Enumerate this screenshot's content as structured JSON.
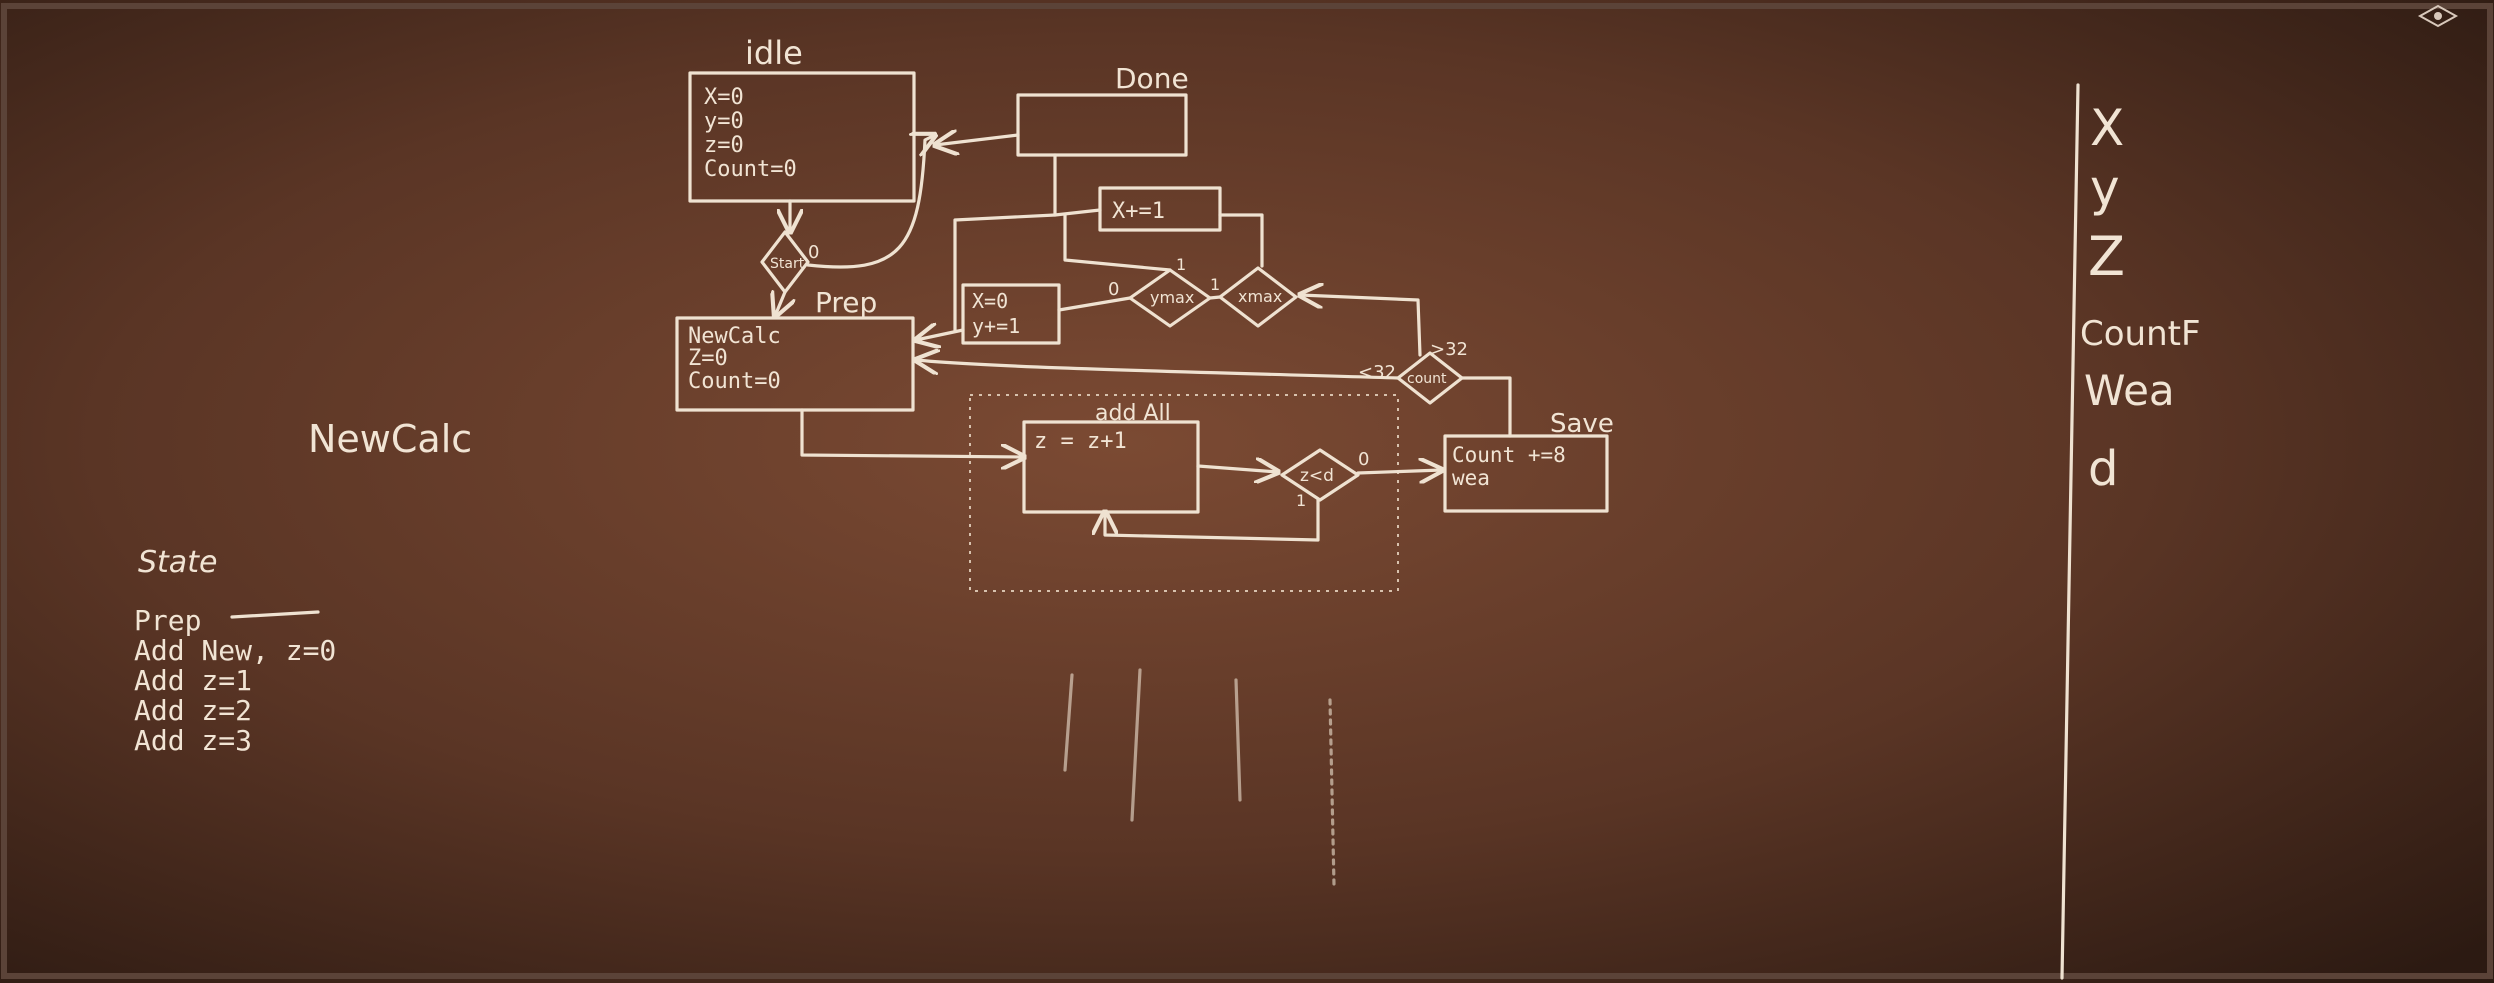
{
  "diagram": {
    "states": {
      "idle": {
        "title": "idle",
        "lines": [
          "X=0",
          "y=0",
          "z=0",
          "Count=0"
        ]
      },
      "done": {
        "title": "Done"
      },
      "prep": {
        "title": "Prep",
        "lines": [
          "NewCalc",
          "Z=0",
          "Count=0"
        ]
      },
      "add": {
        "title": "add All",
        "lines": [
          "z = z+1"
        ]
      },
      "save": {
        "title": "Save",
        "lines": [
          "Count +=8",
          "wea"
        ]
      },
      "xinc": {
        "lines": [
          "X+=1"
        ]
      },
      "xyset": {
        "lines": [
          "X=0",
          "y+=1"
        ]
      }
    },
    "decisions": {
      "start": "Start",
      "ymax": "ymax",
      "xmax": "xmax",
      "count": "count",
      "zd": "z<d"
    },
    "edge_labels": {
      "start_zero": "0",
      "ymax_zero": "0",
      "ymax_one": "1",
      "xmax_one": "1",
      "lt32": "<32",
      "gt32": ">32",
      "zd_zero": "0",
      "zd_one": "1"
    }
  },
  "left_notes": {
    "newcalc": "NewCalc",
    "state_heading": "State",
    "rows": [
      "Prep",
      "Add  New, z=0",
      "Add  z=1",
      "Add  z=2",
      "Add  z=3"
    ]
  },
  "signals": [
    "X",
    "y",
    "Z",
    "CountF",
    "Wea",
    "d"
  ]
}
